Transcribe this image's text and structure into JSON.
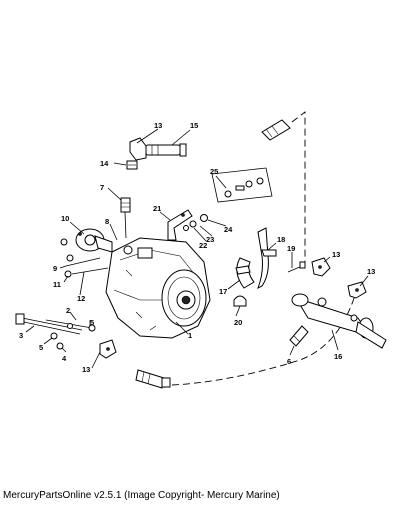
{
  "footer": {
    "caption": "MercuryPartsOnline v2.5.1 (Image Copyright- Mercury Marine)"
  },
  "callouts": {
    "c1": "1",
    "c2": "2",
    "c3": "3",
    "c4": "4",
    "c5a": "5",
    "c5b": "5",
    "c6": "6",
    "c7": "7",
    "c8": "8",
    "c9": "9",
    "c10": "10",
    "c11": "11",
    "c12": "12",
    "c13a": "13",
    "c13b": "13",
    "c13c": "13",
    "c13d": "13",
    "c14": "14",
    "c15": "15",
    "c16": "16",
    "c17": "17",
    "c18": "18",
    "c19": "19",
    "c20": "20",
    "c21": "21",
    "c22": "22",
    "c23": "23",
    "c24": "24",
    "c25": "25"
  }
}
